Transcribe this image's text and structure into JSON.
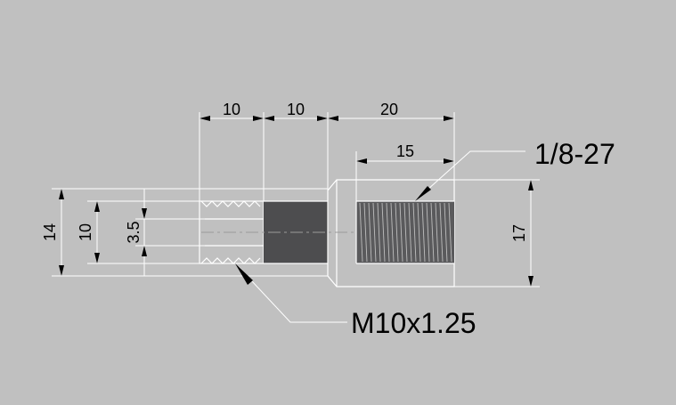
{
  "drawing": {
    "background_color": "#c0c0c0",
    "part_color": "#4d4d4f",
    "dimension_line_color": "#ffffff",
    "text_color": "#000000"
  },
  "dimensions": {
    "len_left_thread": "10",
    "len_neck": "10",
    "len_body": "20",
    "len_internal_thread": "15",
    "dia_14": "14",
    "dia_10": "10",
    "dia_3_5": "3.5",
    "dia_17": "17"
  },
  "callouts": {
    "internal_thread": "1/8-27",
    "external_thread": "M10x1.25"
  }
}
